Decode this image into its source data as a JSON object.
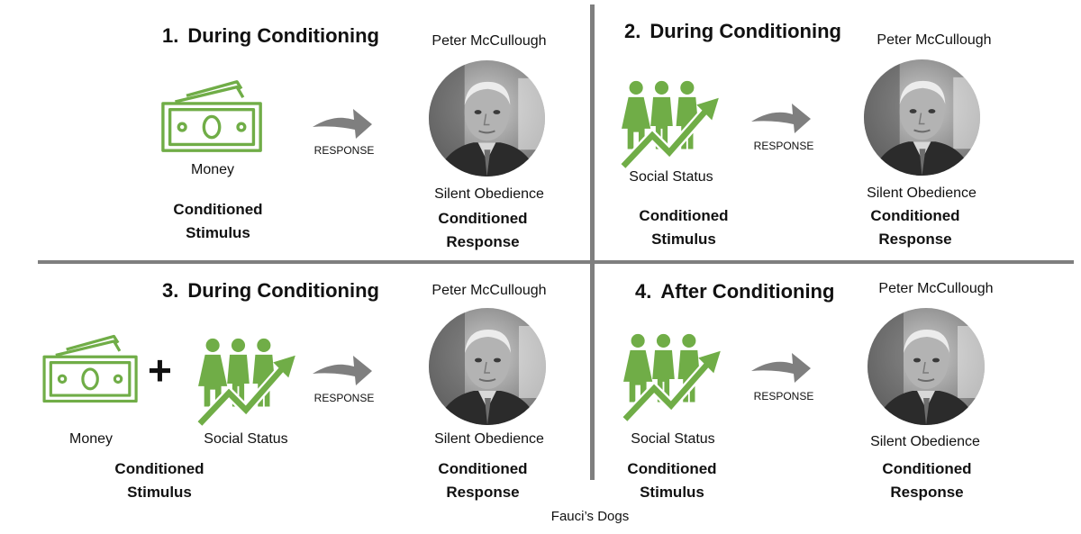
{
  "caption": "Fauci’s Dogs",
  "colors": {
    "icon_green": "#70ad47",
    "arrow_gray": "#7f7f7f",
    "divider": "#7f7f7f"
  },
  "panels": [
    {
      "number": "1.",
      "title": "During Conditioning",
      "person": "Peter McCullough",
      "response_word": "RESPONSE",
      "stimulus_items": [
        "Money"
      ],
      "response_label": "Silent Obedience",
      "stimulus_line1": "Conditioned",
      "stimulus_line2": "Stimulus",
      "cresponse_line1": "Conditioned",
      "cresponse_line2": "Response"
    },
    {
      "number": "2.",
      "title": "During Conditioning",
      "person": "Peter McCullough",
      "response_word": "RESPONSE",
      "stimulus_items": [
        "Social Status"
      ],
      "response_label": "Silent Obedience",
      "stimulus_line1": "Conditioned",
      "stimulus_line2": "Stimulus",
      "cresponse_line1": "Conditioned",
      "cresponse_line2": "Response"
    },
    {
      "number": "3.",
      "title": "During Conditioning",
      "person": "Peter McCullough",
      "response_word": "RESPONSE",
      "stimulus_items": [
        "Money",
        "Social Status"
      ],
      "plus": "+",
      "response_label": "Silent Obedience",
      "stimulus_line1": "Conditioned",
      "stimulus_line2": "Stimulus",
      "cresponse_line1": "Conditioned",
      "cresponse_line2": "Response"
    },
    {
      "number": "4.",
      "title": "After Conditioning",
      "person": "Peter McCullough",
      "response_word": "RESPONSE",
      "stimulus_items": [
        "Social Status"
      ],
      "response_label": "Silent Obedience",
      "stimulus_line1": "Conditioned",
      "stimulus_line2": "Stimulus",
      "cresponse_line1": "Conditioned",
      "cresponse_line2": "Response"
    }
  ]
}
